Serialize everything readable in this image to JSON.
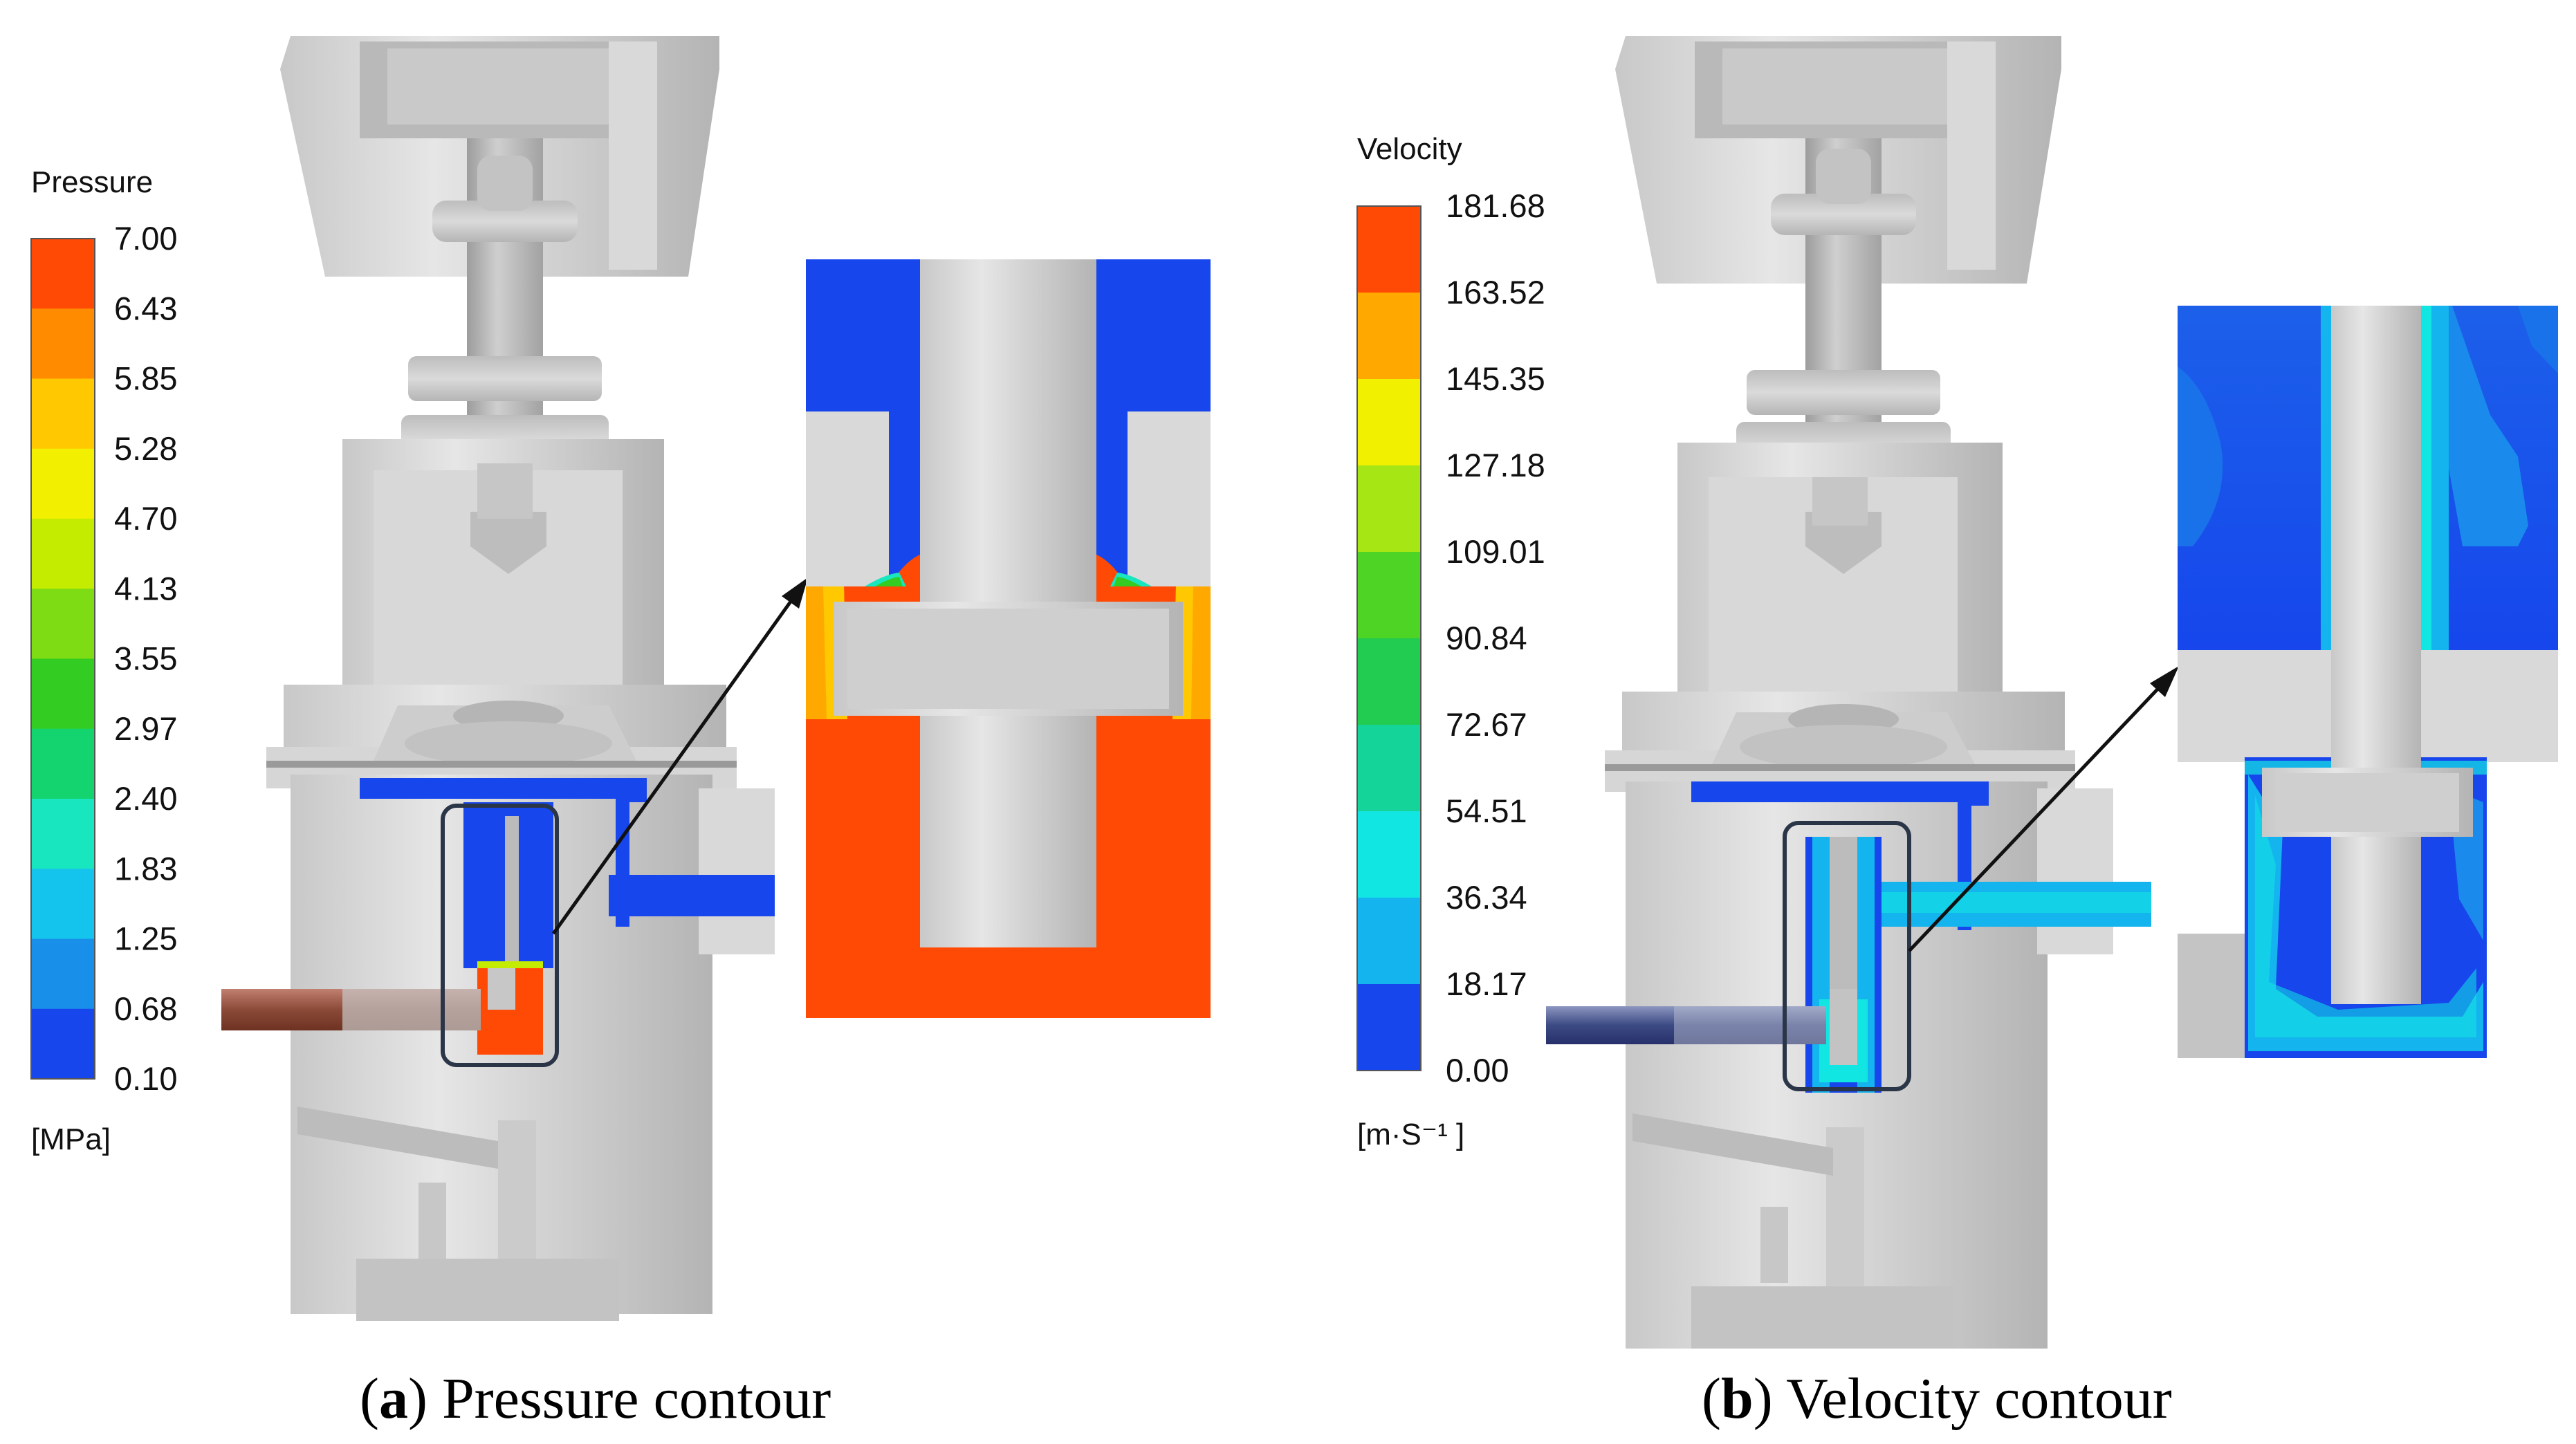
{
  "panels": [
    {
      "id": "pressure",
      "legend": {
        "title": "Pressure",
        "unit": "[MPa]",
        "ticks": [
          "7.00",
          "6.43",
          "5.85",
          "5.28",
          "4.70",
          "4.13",
          "3.55",
          "2.97",
          "2.40",
          "1.83",
          "1.25",
          "0.68",
          "0.10"
        ],
        "colors": [
          "#ff4a05",
          "#ff8c00",
          "#ffc800",
          "#f2f000",
          "#c4ec00",
          "#7ddc14",
          "#33cc22",
          "#14d470",
          "#18e6be",
          "#14c4ec",
          "#1890ea",
          "#1646ec"
        ]
      },
      "caption": {
        "letter": "a",
        "text": "Pressure contour"
      }
    },
    {
      "id": "velocity",
      "legend": {
        "title": "Velocity",
        "unit": "[m·S⁻¹ ]",
        "ticks": [
          "181.68",
          "163.52",
          "145.35",
          "127.18",
          "109.01",
          "90.84",
          "72.67",
          "54.51",
          "36.34",
          "18.17",
          "0.00"
        ],
        "colors": [
          "#ff4a05",
          "#ffa800",
          "#f0f000",
          "#a6e614",
          "#4ed424",
          "#22cc50",
          "#14d49a",
          "#12e6e2",
          "#14b4ee",
          "#1646ec"
        ]
      },
      "caption": {
        "letter": "b",
        "text": "Velocity contour"
      }
    }
  ]
}
